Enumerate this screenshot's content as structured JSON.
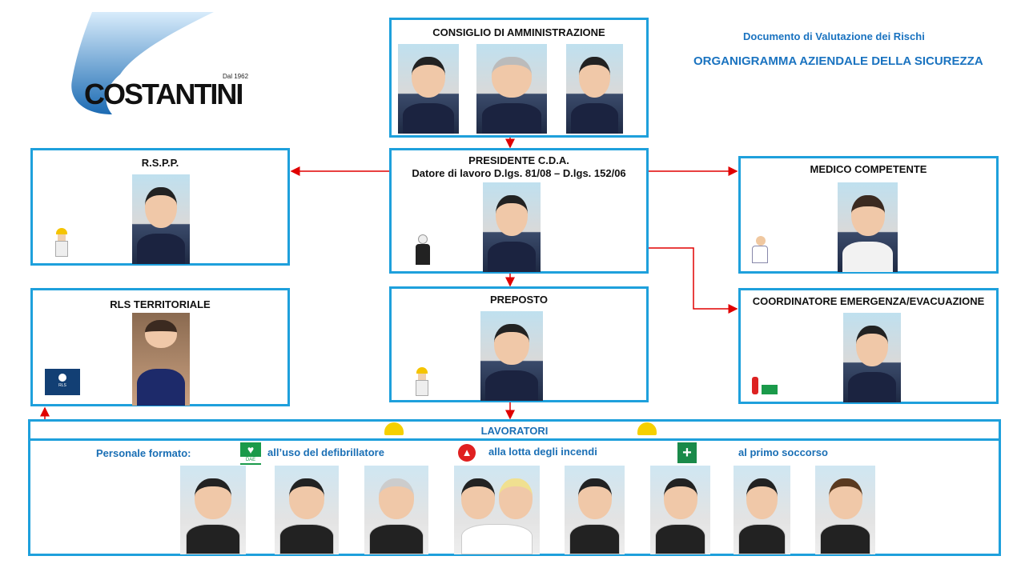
{
  "logo": {
    "brand": "COSTANTINI",
    "since": "Dal 1962"
  },
  "header": {
    "doc_title": "Documento di Valutazione dei Rischi",
    "org_title": "ORGANIGRAMMA AZIENDALE DELLA SICUREZZA"
  },
  "nodes": {
    "consiglio": {
      "title": "CONSIGLIO DI AMMINISTRAZIONE"
    },
    "presidente": {
      "title": "PRESIDENTE C.D.A.",
      "subtitle": "Datore di lavoro D.lgs. 81/08 – D.lgs. 152/06"
    },
    "rspp": {
      "title": "R.S.P.P."
    },
    "medico": {
      "title": "MEDICO COMPETENTE"
    },
    "rls": {
      "title": "RLS TERRITORIALE",
      "badge": "RLS"
    },
    "preposto": {
      "title": "PREPOSTO"
    },
    "coordinatore": {
      "title": "COORDINATORE EMERGENZA/EVACUAZIONE"
    }
  },
  "lavoratori": {
    "title": "LAVORATORI",
    "trained_label": "Personale formato:",
    "trainings": [
      {
        "icon": "defibrillator-icon",
        "badge": "DAE",
        "label": "all’uso del defibrillatore"
      },
      {
        "icon": "fire-icon",
        "label": "alla lotta degli incendi"
      },
      {
        "icon": "first-aid-icon",
        "label": "al primo soccorso"
      }
    ]
  },
  "colors": {
    "border": "#1ea0dc",
    "arrow": "#e00000",
    "title_blue": "#1a73c0"
  }
}
